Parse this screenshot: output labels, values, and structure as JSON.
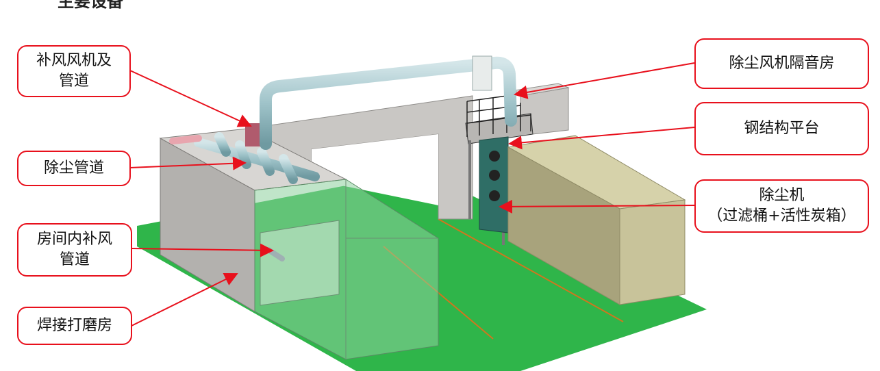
{
  "heading_fragment": "主要设备",
  "callouts": {
    "supply_fan": {
      "line1": "补风风机及",
      "line2": "管道"
    },
    "dust_duct": {
      "line1": "除尘管道"
    },
    "room_supply_duct": {
      "line1": "房间内补风",
      "line2": "管道"
    },
    "welding_room": {
      "line1": "焊接打磨房"
    },
    "fan_soundproof_room": {
      "line1": "除尘风机隔音房"
    },
    "steel_platform": {
      "line1": "钢结构平台"
    },
    "dust_collector": {
      "line1": "除尘机",
      "line2": "（过滤桶+活性炭箱）"
    }
  },
  "colors": {
    "callout_border": "#e8101c",
    "arrow": "#e8101c",
    "floor": "#2fb54a",
    "wall": "#c9c7c4",
    "duct": "#9fc3c9",
    "container": "#c8c39a",
    "collector": "#2f6e66"
  }
}
